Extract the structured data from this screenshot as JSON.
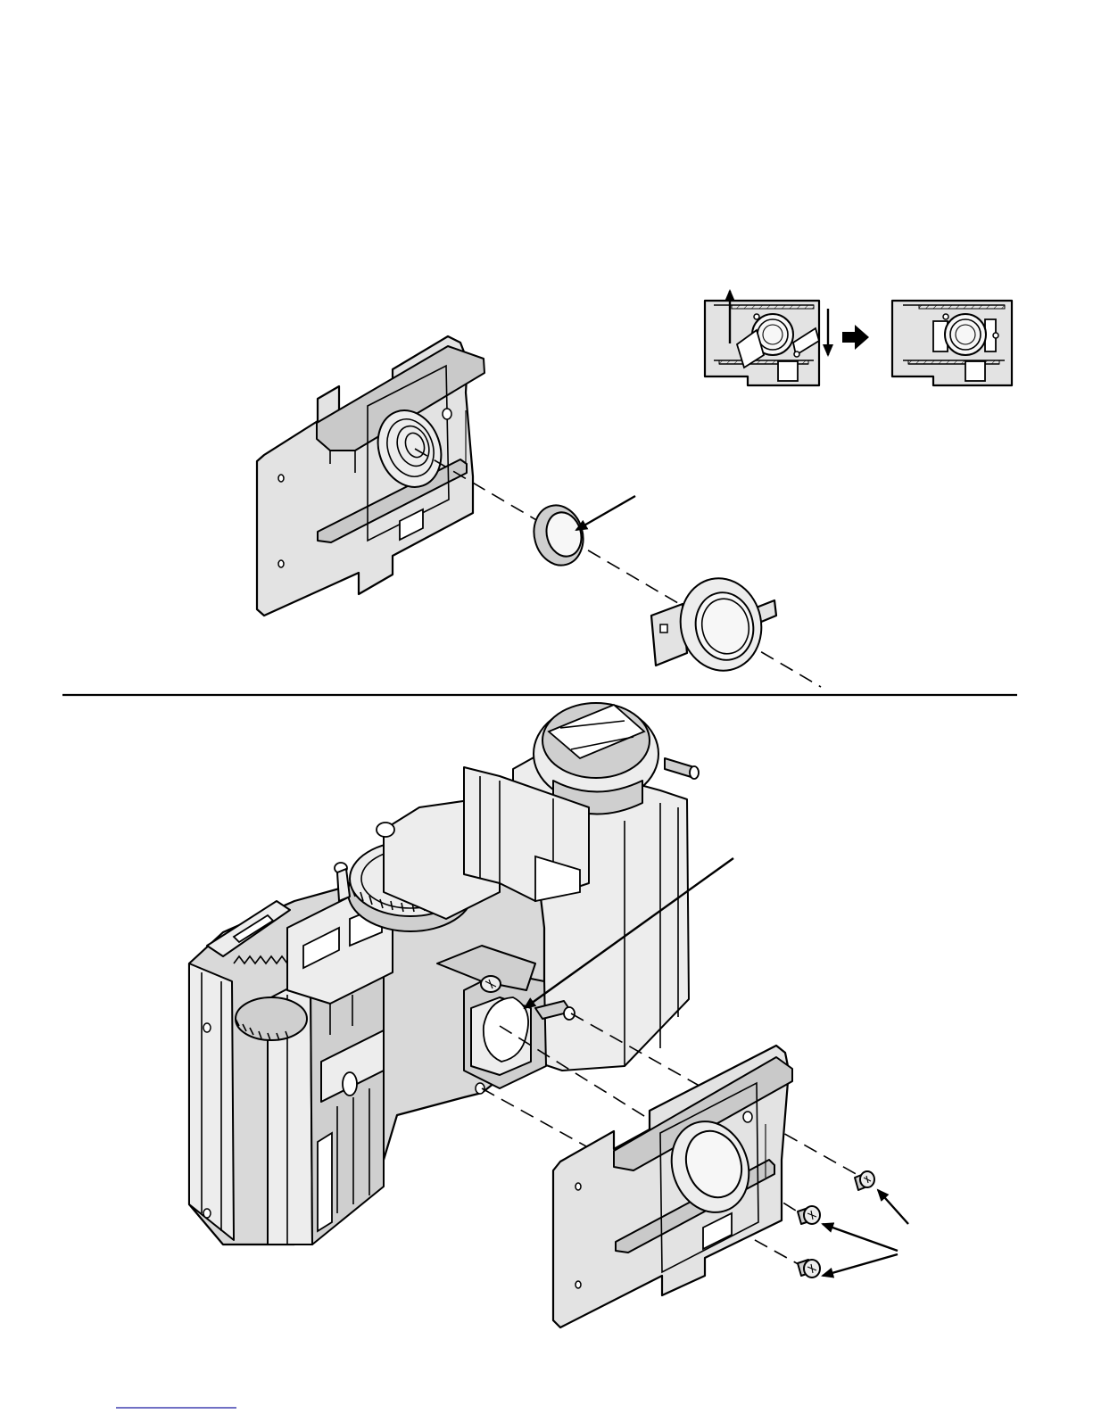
{
  "page": {
    "figures": [
      {
        "id": "fig-top",
        "parts": [
          "lens-holder-plate",
          "filter-lens",
          "lens-retainer-ring"
        ],
        "inset": {
          "steps": [
            "slide-out",
            "seated"
          ],
          "connector": "arrow-right-icon"
        }
      },
      {
        "id": "fig-bottom",
        "parts": [
          "camera-mechanism",
          "mirror-lens-window",
          "lens-holder-plate",
          "screws"
        ],
        "screw_count": 3
      }
    ],
    "colors": {
      "line": "#000000",
      "fill_light": "#e3e3e3",
      "fill_mid": "#cfcfcf",
      "background": "#ffffff"
    }
  }
}
